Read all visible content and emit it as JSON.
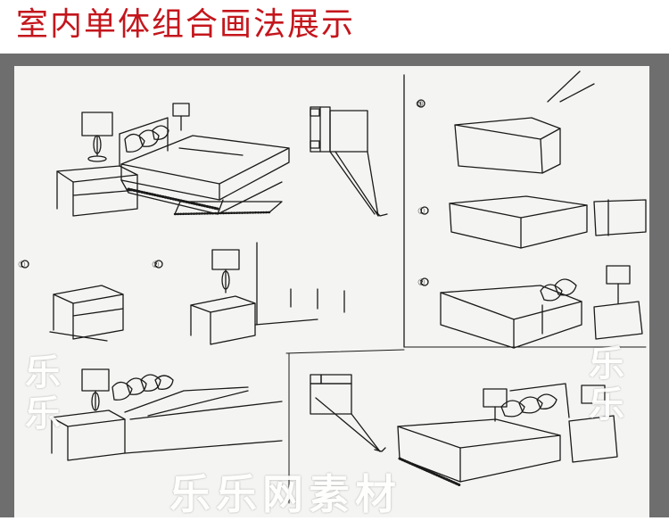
{
  "header": {
    "title": "室内单体组合画法展示"
  },
  "sheet": {
    "step_marks": [
      "①",
      "②",
      "③",
      "①",
      "②",
      "③"
    ]
  },
  "watermarks": {
    "bottom": "乐乐网素材",
    "left": "乐乐",
    "right": "乐乐"
  },
  "colors": {
    "title": "#c4161c",
    "frame": "#6e6e6e",
    "paper": "#f4f4f2",
    "ink": "#1a1a1a"
  }
}
